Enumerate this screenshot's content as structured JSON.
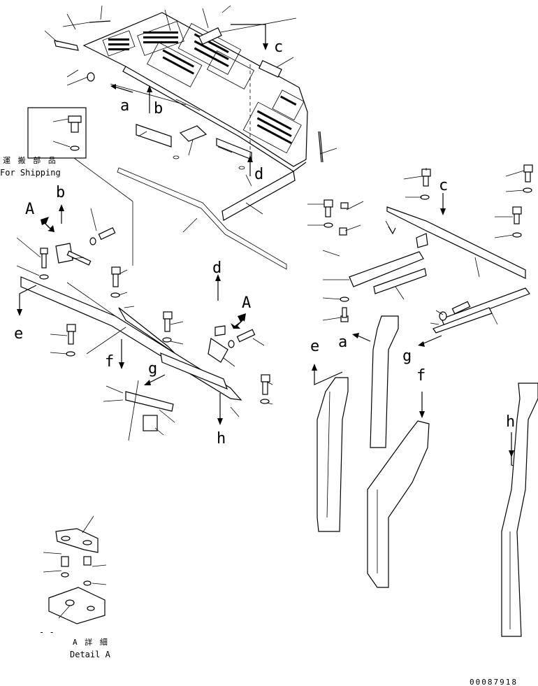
{
  "labels": {
    "A1": "A",
    "A2": "A",
    "a1": "a",
    "a2": "a",
    "b1": "b",
    "b2": "b",
    "c1": "c",
    "c2": "c",
    "d1": "d",
    "d2": "d",
    "e1": "e",
    "e2": "e",
    "f1": "f",
    "f2": "f",
    "g1": "g",
    "g2": "g",
    "h1": "h",
    "h2": "h"
  },
  "shipping": {
    "jp": "運 搬 部 品",
    "en": "For Shipping"
  },
  "detail": {
    "dashes": "- -",
    "jp": "A 詳 細",
    "en": "Detail A"
  },
  "drawing_number": "00087918"
}
